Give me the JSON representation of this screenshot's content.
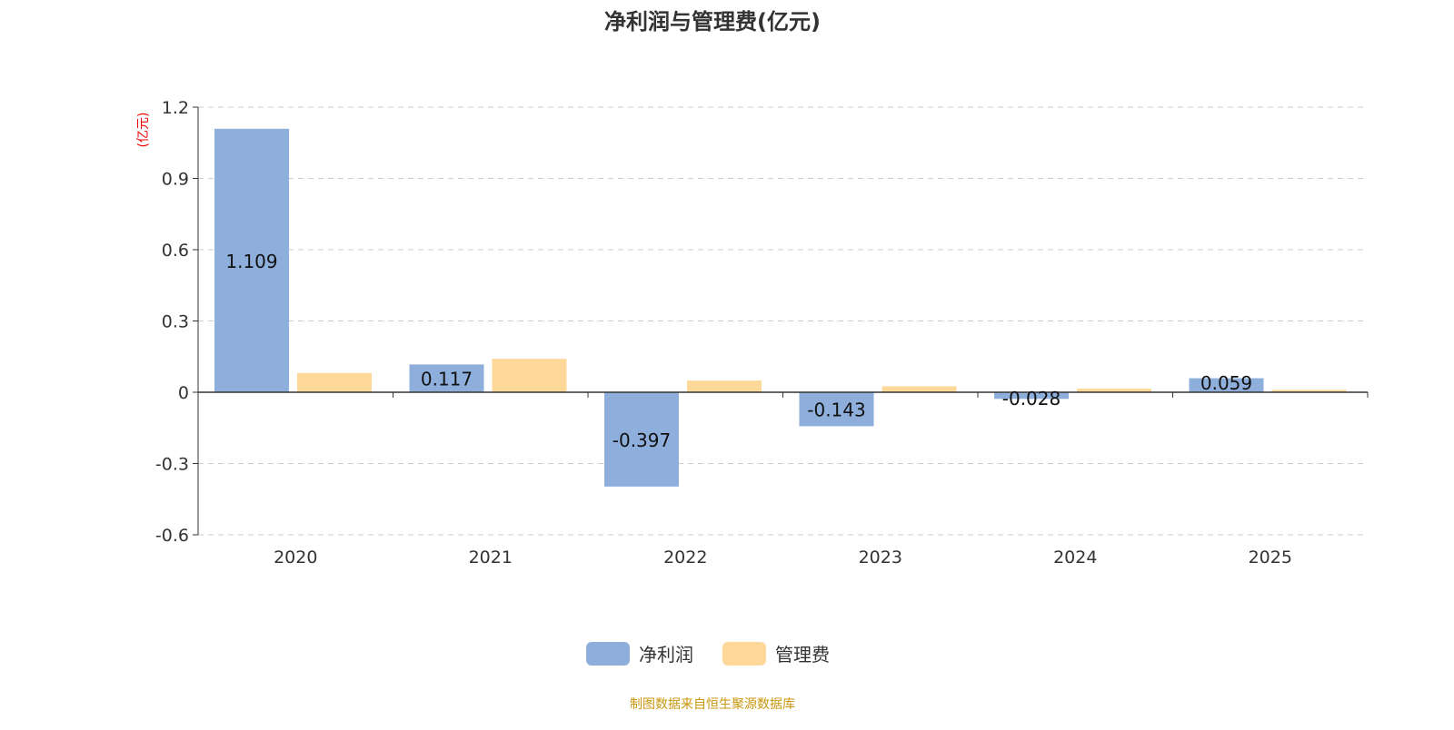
{
  "chart_data": {
    "type": "bar",
    "title": "净利润与管理费(亿元)",
    "ylabel": "(亿元)",
    "xlabel": "",
    "categories": [
      "2020",
      "2021",
      "2022",
      "2023",
      "2024",
      "2025"
    ],
    "series": [
      {
        "name": "净利润",
        "color": "#8eaedb",
        "values": [
          1.109,
          0.117,
          -0.397,
          -0.143,
          -0.028,
          0.059
        ],
        "labels": [
          "1.109",
          "0.117",
          "-0.397",
          "-0.143",
          "-0.028",
          "0.059"
        ]
      },
      {
        "name": "管理费",
        "color": "#fed899",
        "values": [
          0.081,
          0.141,
          0.049,
          0.025,
          0.015,
          0.01
        ]
      }
    ],
    "ylim": [
      -0.6,
      1.2
    ],
    "yticks": [
      -0.6,
      -0.3,
      0,
      0.3,
      0.6,
      0.9,
      1.2
    ],
    "ytick_labels": [
      "-0.6",
      "-0.3",
      "0",
      "0.3",
      "0.6",
      "0.9",
      "1.2"
    ],
    "grid": true,
    "legend": "bottom-center"
  },
  "source": "制图数据来自恒生聚源数据库"
}
